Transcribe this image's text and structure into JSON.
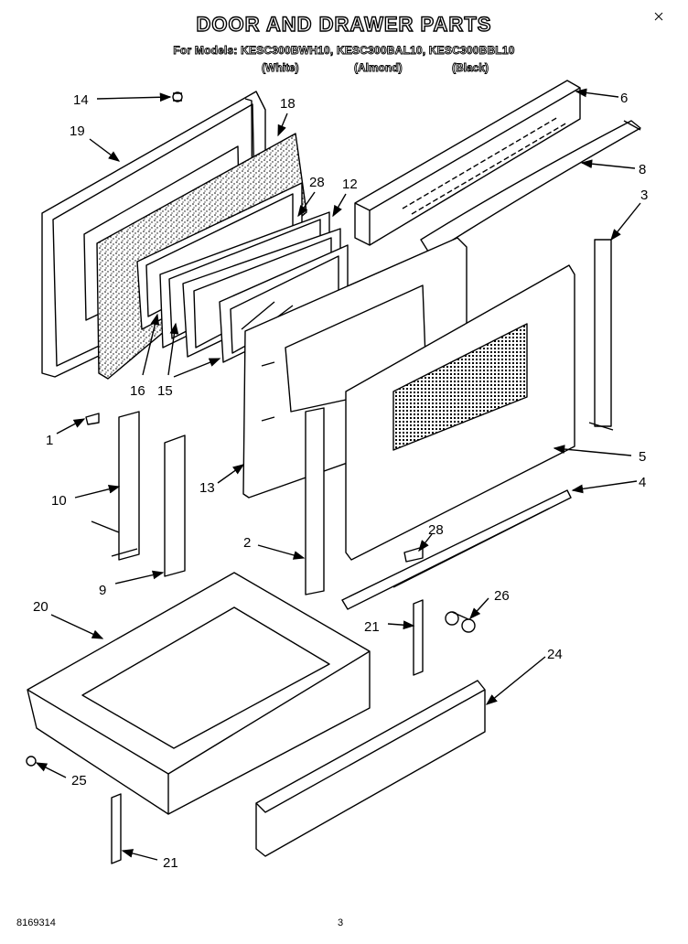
{
  "header": {
    "title": "DOOR AND DRAWER PARTS",
    "models": "For Models: KESC300BWH10, KESC300BAL10, KESC300BBL10",
    "colors": [
      "(White)",
      "(Almond)",
      "(Black)"
    ]
  },
  "callouts": {
    "p14": "14",
    "p19": "19",
    "p18": "18",
    "p28a": "28",
    "p12": "12",
    "p16": "16",
    "p15": "15",
    "p6": "6",
    "p8": "8",
    "p3": "3",
    "p1": "1",
    "p10": "10",
    "p13": "13",
    "p5": "5",
    "p4": "4",
    "p9": "9",
    "p2": "2",
    "p28b": "28",
    "p26": "26",
    "p20": "20",
    "p21a": "21",
    "p24": "24",
    "p25": "25",
    "p21b": "21"
  },
  "footer": {
    "doc_number": "8169314",
    "page": "3"
  }
}
